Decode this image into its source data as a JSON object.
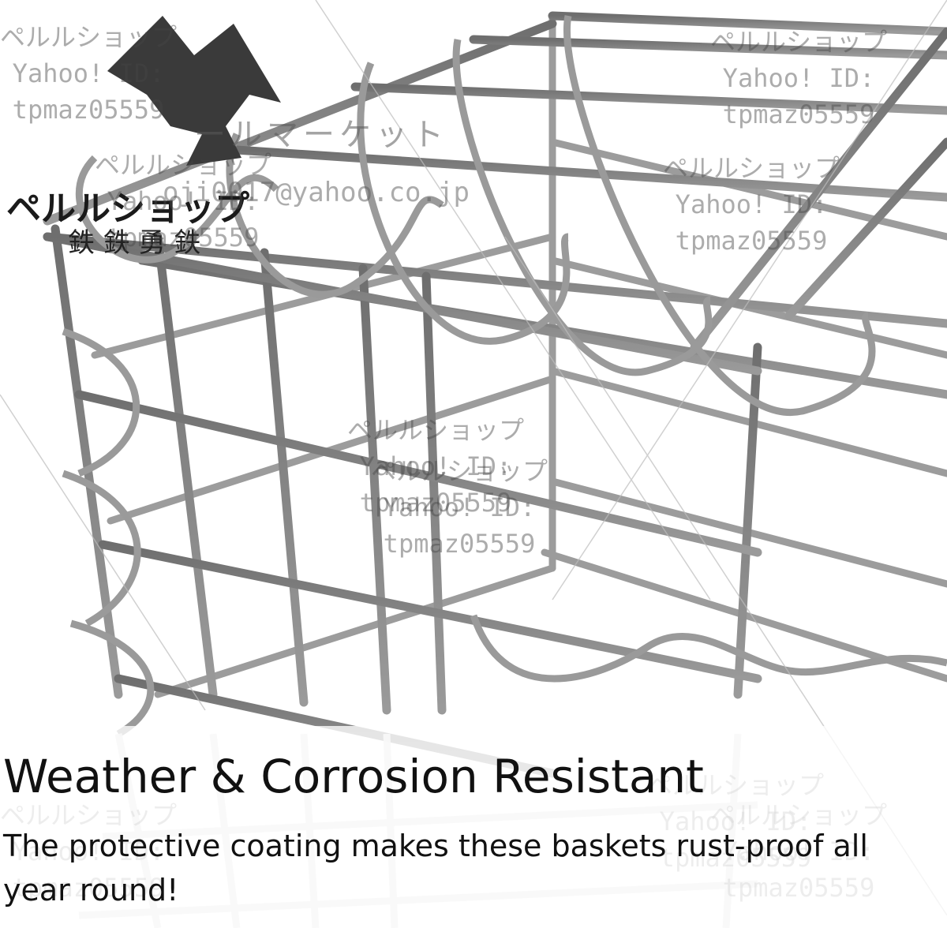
{
  "caption": {
    "headline": "Weather & Corrosion Resistant",
    "body": "The protective coating makes these baskets rust-proof all year round!"
  },
  "watermark": {
    "shop": "ペルルショップ",
    "yahoo": "Yahoo! ID:",
    "id": "tpmaz05559"
  },
  "logo": {
    "shop_name": "ペルルショップ",
    "market": "ールマーケット",
    "email": "oji0017@yahoo.co.jp",
    "kanji": "鉄 鉄 勇 鉄"
  },
  "colors": {
    "wire": "#8a8a8a",
    "wire_dark": "#4a4a4a",
    "text": "#111111"
  }
}
